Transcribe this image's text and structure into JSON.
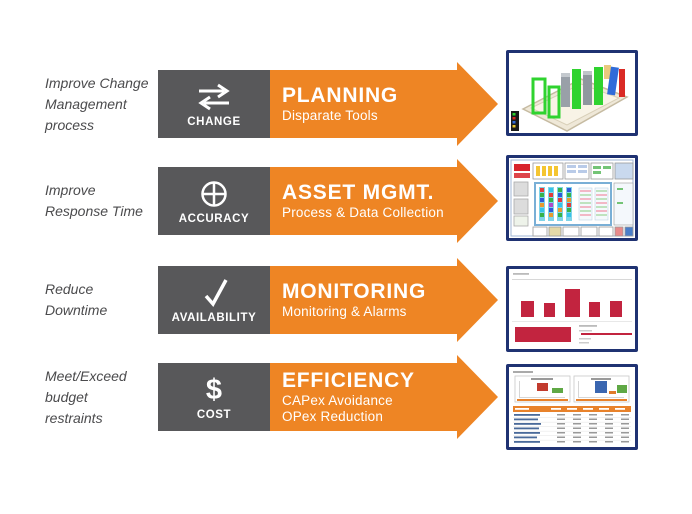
{
  "colors": {
    "arrow_orange": "#ee8524",
    "category_box_gray": "#58585a",
    "thumbnail_border_navy": "#1f3272",
    "benefit_text_gray": "#4b4b4d",
    "monitoring_bar_crimson": "#c2243f"
  },
  "rows": [
    {
      "benefit": "Improve Change\nManagement\nprocess",
      "icon": "swap-arrows-icon",
      "category": "CHANGE",
      "title": "PLANNING",
      "subtitle": "Disparate Tools",
      "thumbnail": "3d-datacenter-room-screenshot"
    },
    {
      "benefit": "Improve\nResponse Time",
      "icon": "target-icon",
      "category": "ACCURACY",
      "title": "ASSET MGMT.",
      "subtitle": "Process & Data Collection",
      "thumbnail": "floor-plan-asset-screenshot"
    },
    {
      "benefit": "Reduce\nDowntime",
      "icon": "checkmark-icon",
      "category": "AVAILABILITY",
      "title": "MONITORING",
      "subtitle": "Monitoring & Alarms",
      "thumbnail": "bar-chart-dashboard-screenshot"
    },
    {
      "benefit": "Meet/Exceed\nbudget\nrestraints",
      "icon": "dollar-icon",
      "icon_glyph": "$",
      "category": "COST",
      "title": "EFFICIENCY",
      "subtitle": "CAPex Avoidance\nOPex Reduction",
      "thumbnail": "report-table-screenshot"
    }
  ]
}
